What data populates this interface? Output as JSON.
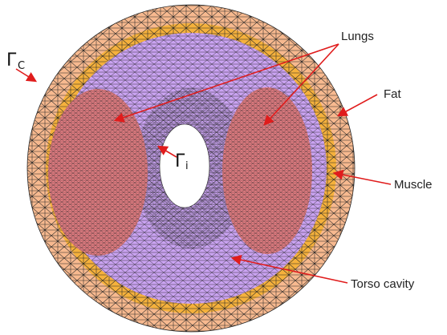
{
  "labels": {
    "lungs": "Lungs",
    "fat": "Fat",
    "muscle": "Muscle",
    "torso_cavity": "Torso cavity",
    "gamma_c_symbol": "Γ",
    "gamma_c_sub": "C",
    "gamma_i_symbol": "Γ",
    "gamma_i_sub": "i"
  },
  "colors": {
    "fat": "#f7b98f",
    "muscle": "#f5b13c",
    "cavity": "#caa3f2",
    "lung": "#e87f84",
    "mesh": "#262626",
    "arrow": "#e01c1c",
    "hole": "#ffffff"
  },
  "icons": {
    "arrow": "red-arrow-icon"
  }
}
